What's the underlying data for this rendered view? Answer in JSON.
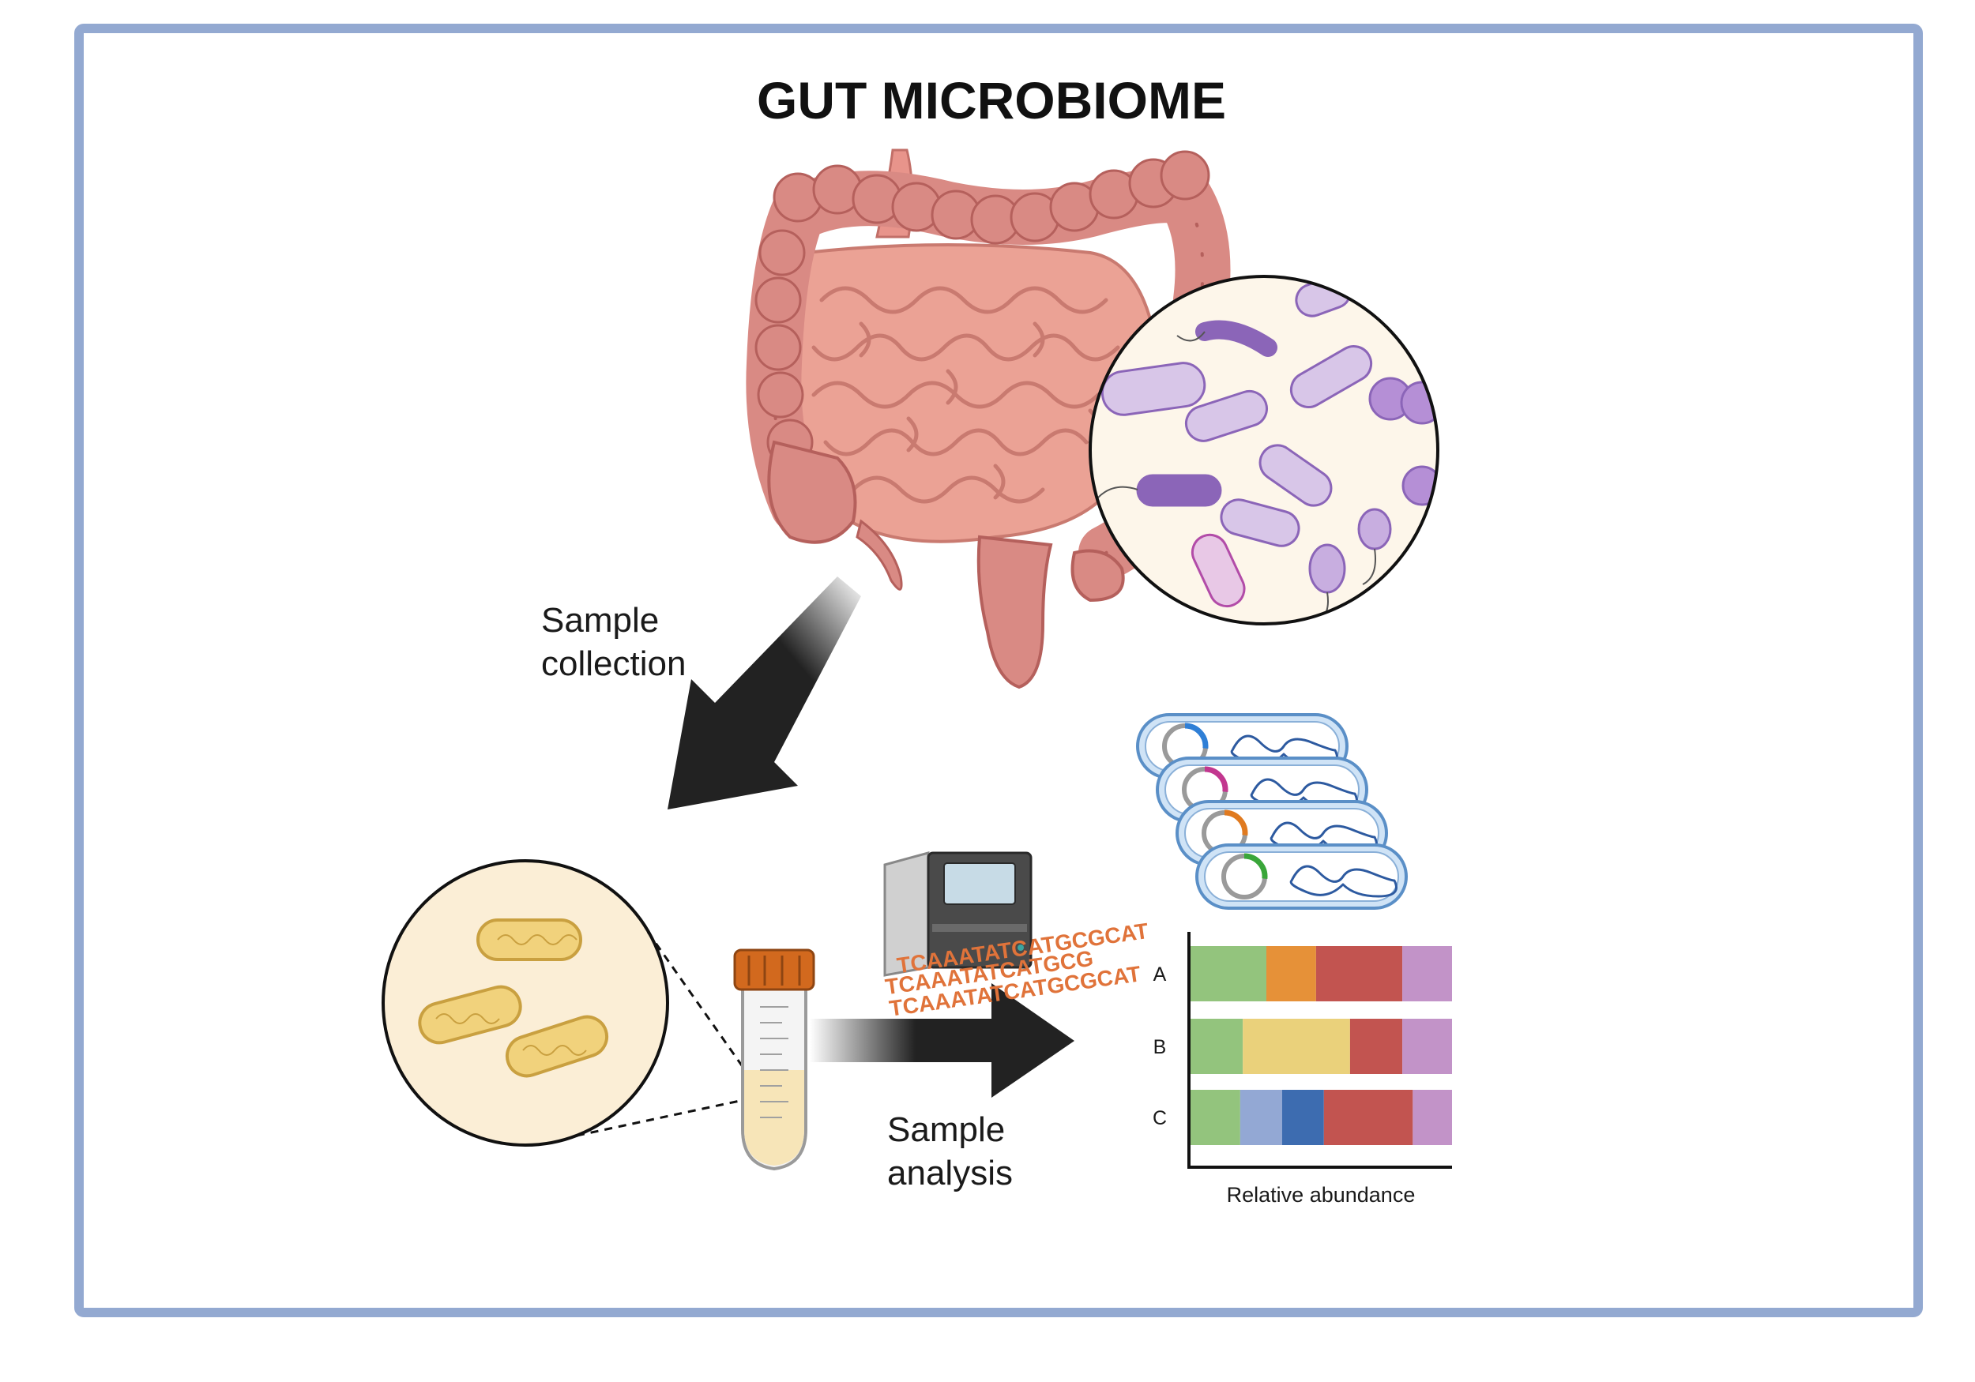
{
  "title": "GUT MICROBIOME",
  "steps": {
    "collection": [
      "Sample",
      "collection"
    ],
    "analysis": [
      "Sample",
      "analysis"
    ]
  },
  "sequencer": {
    "reads": [
      "TCAAATATCATGCGCAT",
      "TCAAATATCATGCG",
      "TCAAATATCATGCGCAT"
    ],
    "read_color": "#e0733a"
  },
  "genomes": {
    "marker_colors": [
      "#2f7fd6",
      "#c2378f",
      "#e07a1f",
      "#3aa63a"
    ]
  },
  "chart_data": {
    "type": "bar",
    "orientation": "horizontal",
    "stacked": true,
    "normalized": true,
    "categories": [
      "A",
      "B",
      "C"
    ],
    "xlabel": "Relative abundance",
    "ylabel": "",
    "xlim": [
      0,
      1
    ],
    "series_colors": [
      "#93c47d",
      "#e69138",
      "#c25450",
      "#c293c8",
      "#ead17b",
      "#93a8d4",
      "#3d6cb0"
    ],
    "bars": [
      {
        "category": "A",
        "segments": [
          {
            "color": "#93c47d",
            "value": 0.29
          },
          {
            "color": "#e69138",
            "value": 0.19
          },
          {
            "color": "#c25450",
            "value": 0.33
          },
          {
            "color": "#c293c8",
            "value": 0.19
          }
        ]
      },
      {
        "category": "B",
        "segments": [
          {
            "color": "#93c47d",
            "value": 0.2
          },
          {
            "color": "#ead17b",
            "value": 0.41
          },
          {
            "color": "#c25450",
            "value": 0.2
          },
          {
            "color": "#c293c8",
            "value": 0.19
          }
        ]
      },
      {
        "category": "C",
        "segments": [
          {
            "color": "#93c47d",
            "value": 0.19
          },
          {
            "color": "#93a8d4",
            "value": 0.16
          },
          {
            "color": "#3d6cb0",
            "value": 0.16
          },
          {
            "color": "#c25450",
            "value": 0.34
          },
          {
            "color": "#c293c8",
            "value": 0.15
          }
        ]
      }
    ]
  },
  "colors": {
    "frame": "#93a9d1",
    "arrow": "#222222",
    "intestine": "#d98a84",
    "intestine_dark": "#b5605c",
    "small_intestine": "#eba295",
    "stool_bg": "#fbeed6",
    "bacteria_yellow": "#f1d27c",
    "tube_cap": "#d2691e",
    "purple_light": "#d8c6e8",
    "purple_dark": "#8b65b8"
  },
  "icons": [
    "intestine-icon",
    "bacteria-magnifier-icon",
    "stool-sample-icon",
    "sample-tube-icon",
    "sequencer-icon",
    "bacterial-genome-icon"
  ]
}
